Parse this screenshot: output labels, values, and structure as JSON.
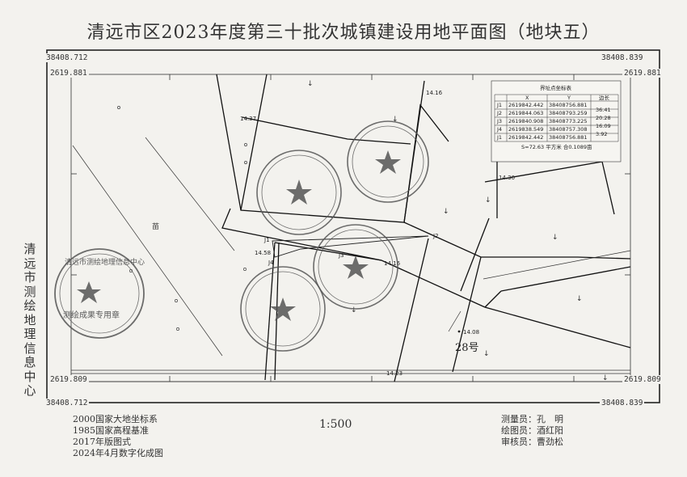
{
  "title": "清远市区2023年度第三十批次城镇建设用地平面图（地块五）",
  "corners": {
    "top_left_x": "38408.712",
    "top_right_x": "38408.839",
    "top_y_left": "2619.881",
    "top_y_right": "2619.881",
    "bottom_y_left": "2619.809",
    "bottom_y_right": "2619.809",
    "bottom_left_x": "38408.712",
    "bottom_right_x": "38408.839"
  },
  "side_org": "清远市测绘地理信息中心",
  "info_left": [
    "2000国家大地坐标系",
    "1985国家高程基准",
    "2017年版图式",
    "2024年4月数字化成图"
  ],
  "scale": "1:500",
  "info_right": [
    "测量员：孔　明",
    "绘图员：酒红阳",
    "审核员：曹劲松"
  ],
  "coord_table": {
    "title": "界址点坐标表",
    "headers": [
      "",
      "X",
      "Y",
      "边长"
    ],
    "rows": [
      {
        "pt": "J1",
        "x": "2619842.442",
        "y": "38408756.881"
      },
      {
        "pt": "J2",
        "x": "2619844.063",
        "y": "38408793.259"
      },
      {
        "pt": "J3",
        "x": "2619840.908",
        "y": "38408773.225"
      },
      {
        "pt": "J4",
        "x": "2619838.549",
        "y": "38408757.308"
      },
      {
        "pt": "J1",
        "x": "2619842.442",
        "y": "38408756.881"
      }
    ],
    "lengths": [
      "36.41",
      "20.28",
      "16.09",
      "3.92"
    ],
    "footer": "S=72.63 平方米 合0.1089亩"
  },
  "map_labels": {
    "elev_1": "14.16",
    "elev_2": "14.37",
    "elev_3": "14.30",
    "elev_4": "14.58",
    "elev_5": "14.16",
    "elev_6": "14.08",
    "elev_7": "14.23",
    "parcel_no": "28号",
    "miao": "苗",
    "pt_j1": "J1",
    "pt_j2": "J2",
    "pt_j3": "J3",
    "pt_j4": "J4"
  },
  "stamps": {
    "stamp_left": "清远市测绘地理信息中心",
    "stamp_left_inner": "测绘成果专用章"
  }
}
